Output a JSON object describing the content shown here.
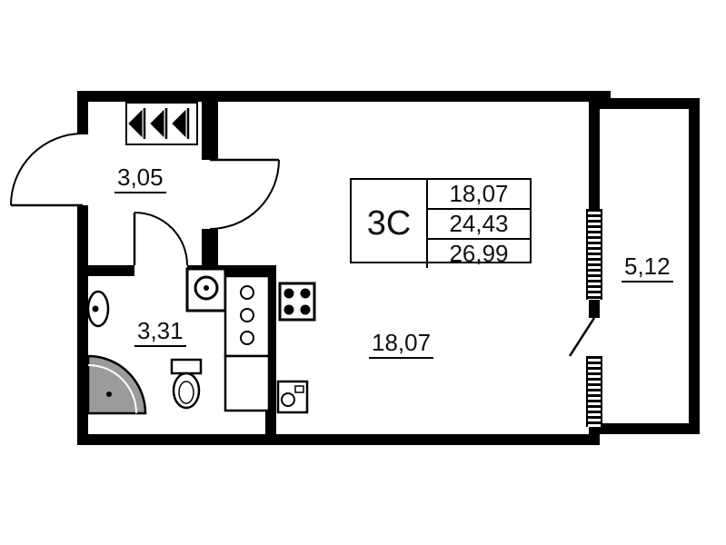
{
  "rooms": {
    "hallway_area": "3,05",
    "bathroom_area": "3,31",
    "living_area": "18,07",
    "balcony_area": "5,12"
  },
  "info_table": {
    "unit_type": "3С",
    "living_area": "18,07",
    "total_area": "24,43",
    "total_with_balcony": "26,99"
  },
  "fixtures": {
    "wardrobe": "row of hanger triangles",
    "kitchen_sink": "circle in square",
    "kitchen_counter": "two rectangles with three circles",
    "stove": "square with four burners",
    "washing_machine": "small square with circle",
    "washbasin": "oval on wall",
    "toilet": "tank and bowl",
    "shower": "quarter circle corner tray"
  },
  "colors": {
    "walls": "#000000",
    "shower_fill": "#9b9b9b",
    "background": "#ffffff"
  }
}
